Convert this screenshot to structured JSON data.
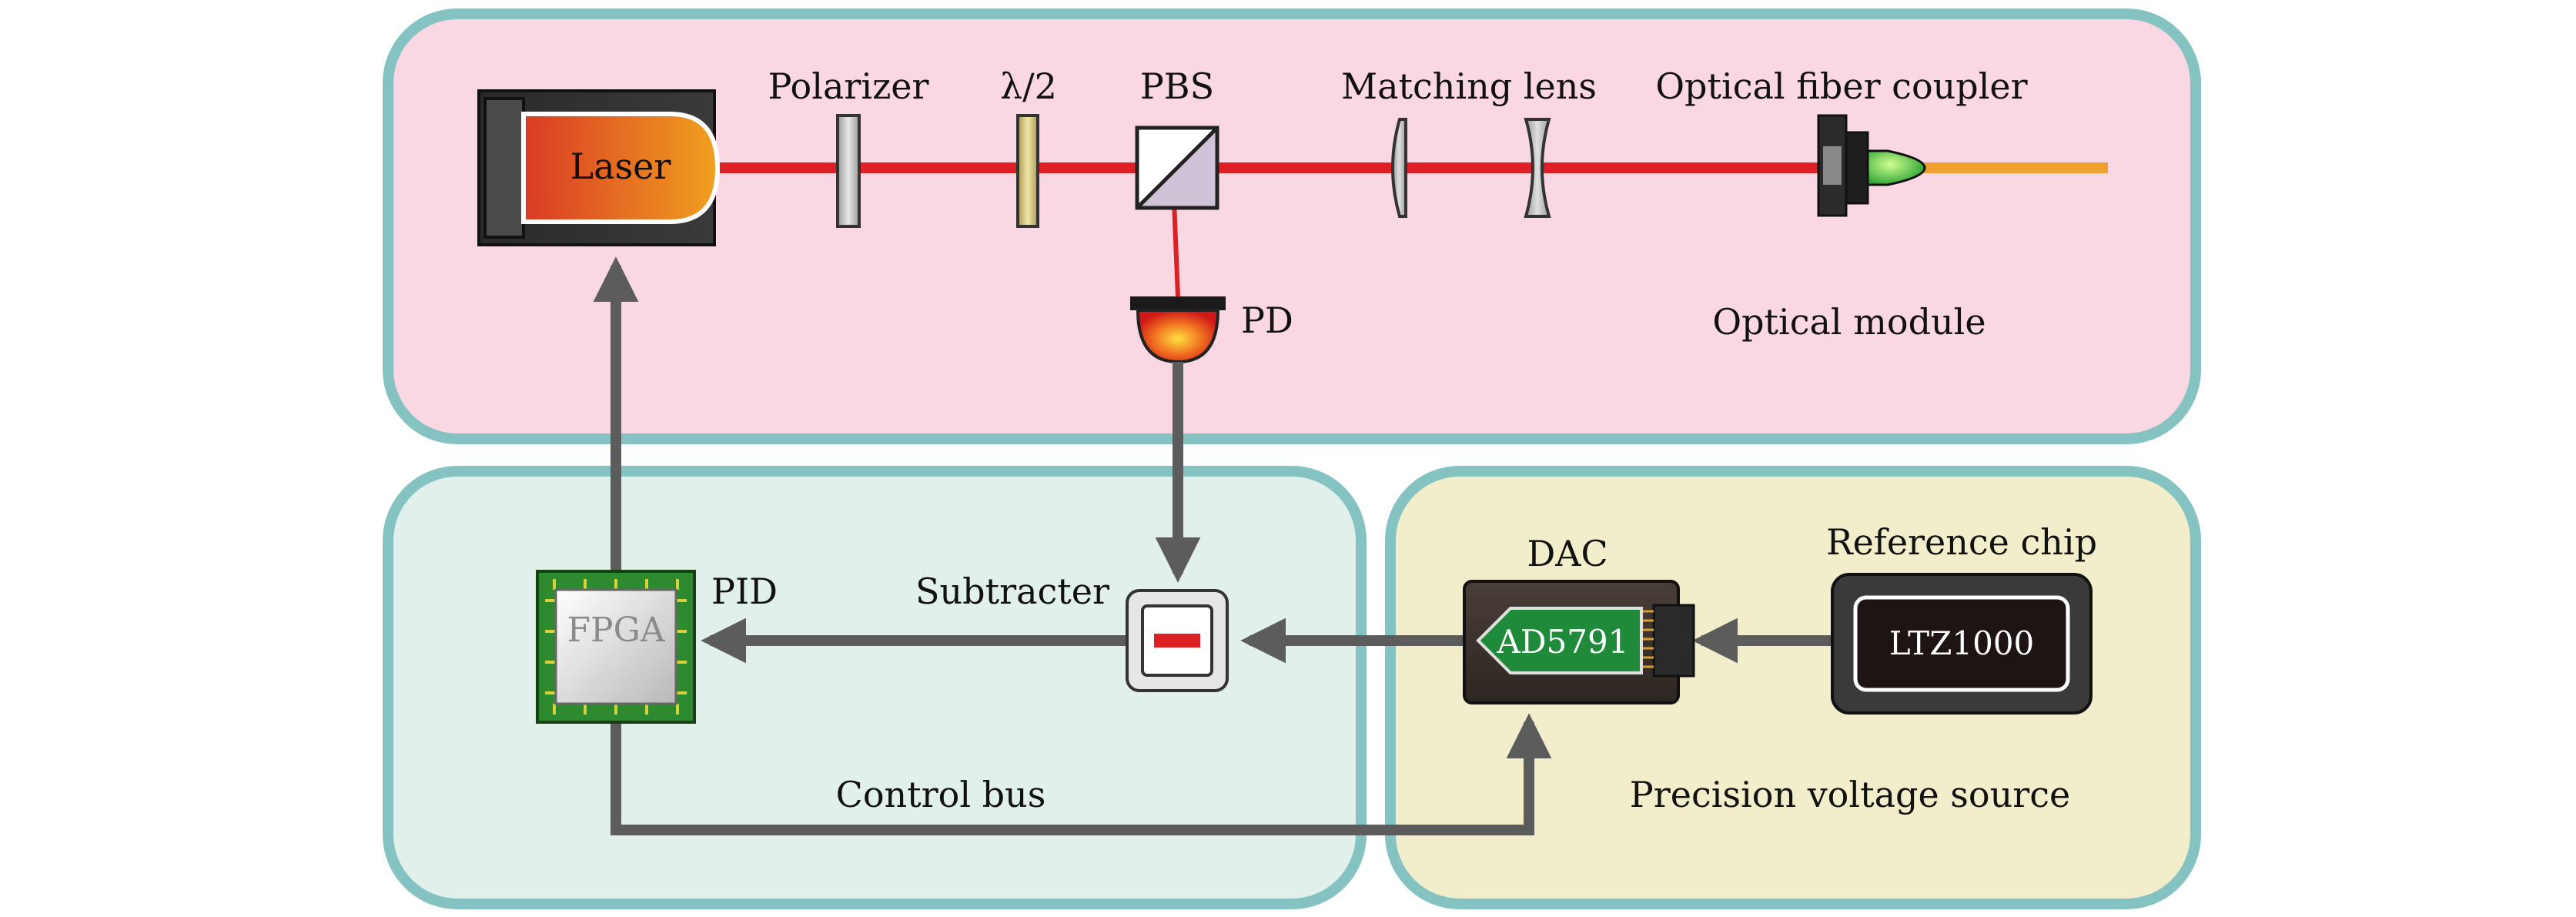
{
  "diagram": {
    "modules": {
      "optical": {
        "label": "Optical module",
        "fill": "#f9d8e4"
      },
      "control": {
        "label": "Control bus",
        "fill": "#e1f0ea"
      },
      "voltage": {
        "label": "Precision voltage source",
        "fill": "#f2eecb"
      },
      "border": "#84c3c2"
    },
    "components": {
      "laser": "Laser",
      "polarizer": "Polarizer",
      "half_wave": "λ/2",
      "pbs": "PBS",
      "matching_lens": "Matching lens",
      "fiber_coupler": "Optical fiber coupler",
      "pd": "PD",
      "fpga": "FPGA",
      "pid": "PID",
      "subtracter": "Subtracter",
      "dac": "DAC",
      "dac_chip": "AD5791",
      "reference_chip": "Reference chip",
      "ref_chip_part": "LTZ1000"
    },
    "colors": {
      "beam": "#dd1f26",
      "fiber": "#f0a030",
      "arrow": "#5c5c5c",
      "fpga_board": "#2e8a2e",
      "dac_chip": "#1f8a3a"
    }
  }
}
